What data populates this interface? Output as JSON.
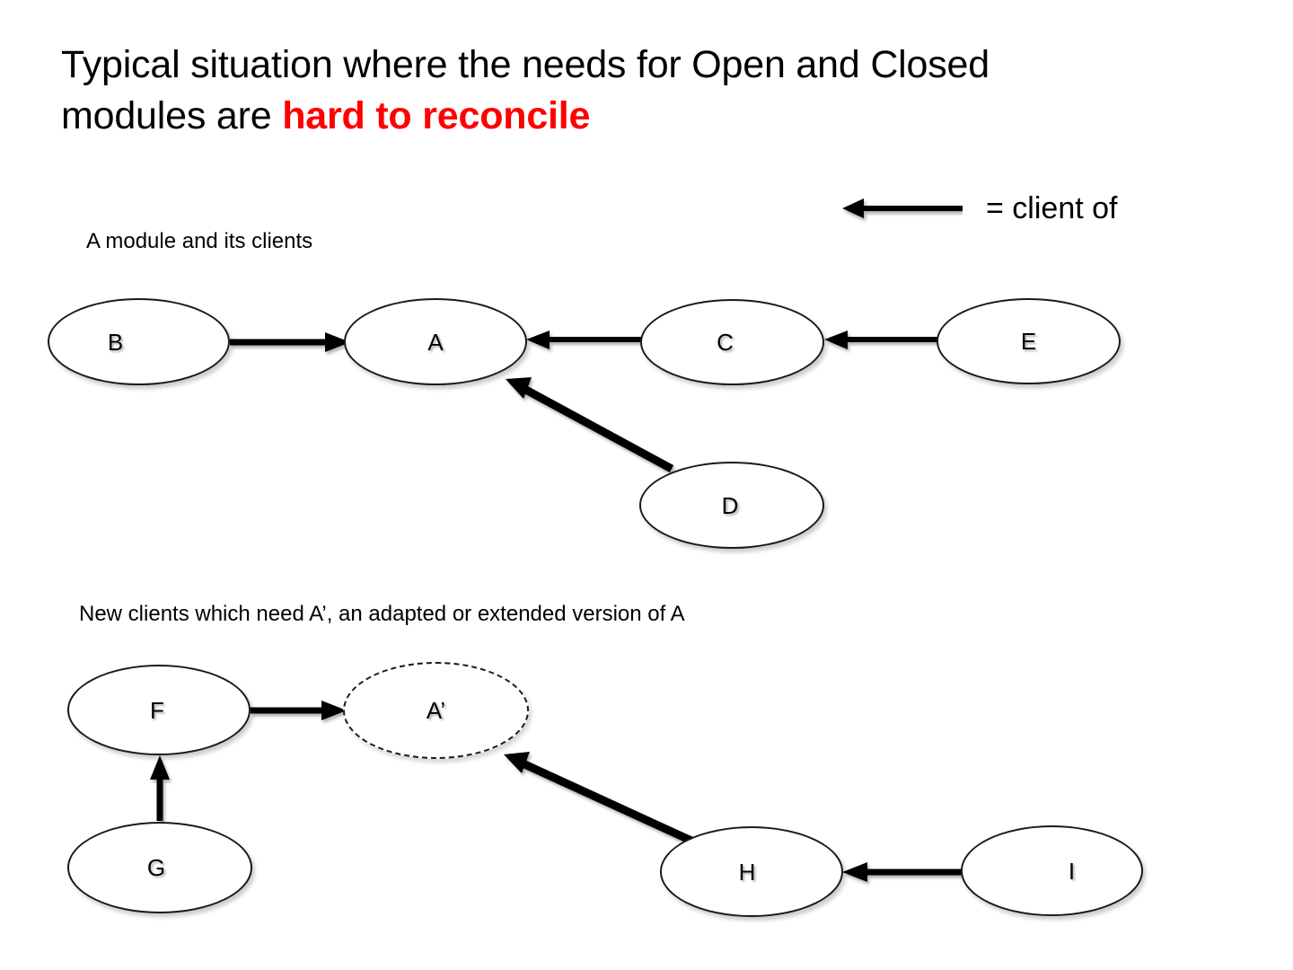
{
  "slide": {
    "title_line1": "Typical situation where the needs for Open and Closed",
    "title_line2_prefix": "modules are ",
    "title_line2_accent": "hard to reconcile",
    "accent_color": "#FF0000",
    "background_color": "#FFFFFF"
  },
  "legend": {
    "icon": "left-arrow-icon",
    "label": "=  client of"
  },
  "diagrams": [
    {
      "id": "upper",
      "caption": "A module and its clients",
      "nodes": [
        {
          "id": "b",
          "label": "B",
          "style": "solid"
        },
        {
          "id": "a",
          "label": "A",
          "style": "solid"
        },
        {
          "id": "c",
          "label": "C",
          "style": "solid"
        },
        {
          "id": "e",
          "label": "E",
          "style": "solid"
        },
        {
          "id": "d",
          "label": "D",
          "style": "solid"
        }
      ],
      "edges": [
        {
          "from": "B",
          "to": "A",
          "relation": "client of"
        },
        {
          "from": "C",
          "to": "A",
          "relation": "client of"
        },
        {
          "from": "E",
          "to": "C",
          "relation": "client of"
        },
        {
          "from": "D",
          "to": "A",
          "relation": "client of"
        }
      ]
    },
    {
      "id": "lower",
      "caption": "New clients which need A’, an adapted or extended version of A",
      "nodes": [
        {
          "id": "f",
          "label": "F",
          "style": "solid"
        },
        {
          "id": "ap",
          "label": "A’",
          "style": "dashed"
        },
        {
          "id": "g",
          "label": "G",
          "style": "solid"
        },
        {
          "id": "h",
          "label": "H",
          "style": "solid"
        },
        {
          "id": "i",
          "label": "I",
          "style": "solid"
        }
      ],
      "edges": [
        {
          "from": "F",
          "to": "A’",
          "relation": "client of"
        },
        {
          "from": "G",
          "to": "F",
          "relation": "client of"
        },
        {
          "from": "H",
          "to": "A’",
          "relation": "client of"
        },
        {
          "from": "I",
          "to": "H",
          "relation": "client of"
        }
      ]
    }
  ]
}
